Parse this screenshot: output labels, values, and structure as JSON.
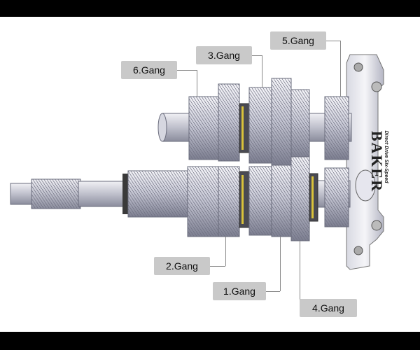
{
  "labels": {
    "gear6": "6.Gang",
    "gear3": "3.Gang",
    "gear5": "5.Gang",
    "gear2": "2.Gang",
    "gear1": "1.Gang",
    "gear4": "4.Gang"
  },
  "housing_text": {
    "brand": "BAKER",
    "subtitle": "Direct Drive Six-Speed"
  },
  "colors": {
    "gear_light": "#e6e6ee",
    "gear_mid": "#b7b8c8",
    "gear_dark": "#7f8193",
    "shaft": "#c9cad6",
    "callout_bg": "#c9c9c9"
  }
}
